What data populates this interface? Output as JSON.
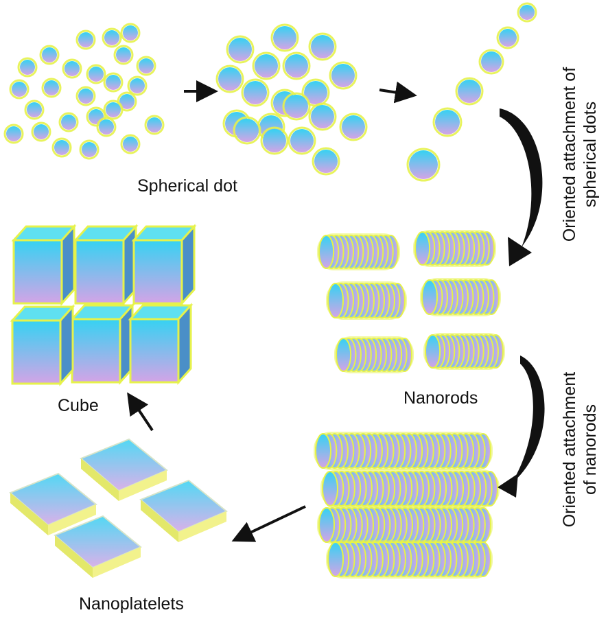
{
  "labels": {
    "spherical_dot": "Spherical dot",
    "nanorods": "Nanorods",
    "cube": "Cube",
    "nanoplatelets": "Nanoplatelets",
    "oriented_dots_line1": "Oriented attachment of",
    "oriented_dots_line2": "spherical dots",
    "oriented_rods_line1": "Oriented attachment",
    "oriented_rods_line2": "of nanorods"
  },
  "colors": {
    "particle_top": "#35d2f2",
    "particle_bottom": "#d4a4e6",
    "glow": "#e6f24a",
    "arrow": "#111111"
  }
}
